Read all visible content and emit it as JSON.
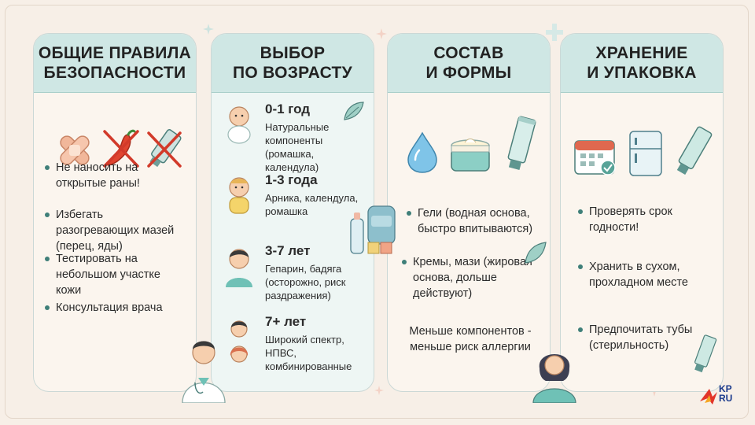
{
  "cards": [
    {
      "title_lines": [
        "ОБЩИЕ ПРАВИЛА",
        "БЕЗОПАСНОСТИ"
      ],
      "icons": [
        "bandage-crossed-icon",
        "pepper-crossed-icon",
        "tube-crossed-icon"
      ],
      "bullets": [
        "Не наносить на открытые раны!",
        "Избегать разогревающих мазей (перец, яды)",
        "Тестировать на небольшом участке кожи",
        "Консультация врача"
      ]
    },
    {
      "title_lines": [
        "ВЫБОР",
        "ПО ВОЗРАСТУ"
      ],
      "ages": [
        {
          "title": "0-1 год",
          "desc": "Натуральные компоненты (ромашка, календула)"
        },
        {
          "title": "1-3 года",
          "desc": "Арника, календула, ромашка"
        },
        {
          "title": "3-7 лет",
          "desc": "Гепарин, бадяга (осторожно, риск раздражения)"
        },
        {
          "title": "7+ лет",
          "desc": "Широкий спектр, НПВС, комбинированные"
        }
      ]
    },
    {
      "title_lines": [
        "СОСТАВ",
        "И ФОРМЫ"
      ],
      "icons": [
        "water-drop-icon",
        "cream-jar-icon",
        "ointment-tube-icon"
      ],
      "bullets": [
        "Гели (водная основа, быстро впитываются)",
        "Кремы, мази (жировая основа, дольше действуют)",
        "Меньше компонентов - меньше риск аллергии"
      ]
    },
    {
      "title_lines": [
        "ХРАНЕНИЕ",
        "И УПАКОВКА"
      ],
      "icons": [
        "calendar-check-icon",
        "fridge-icon",
        "tube-icon"
      ],
      "bullets": [
        "Проверять срок годности!",
        "Хранить в сухом, прохладном месте",
        "Предпочитать тубы (стерильность)"
      ]
    }
  ],
  "logo": {
    "line1": "KP",
    "line2": "RU"
  },
  "colors": {
    "accent": "#3f7f79",
    "header": "#cfe7e4",
    "background": "#f7efe7"
  }
}
